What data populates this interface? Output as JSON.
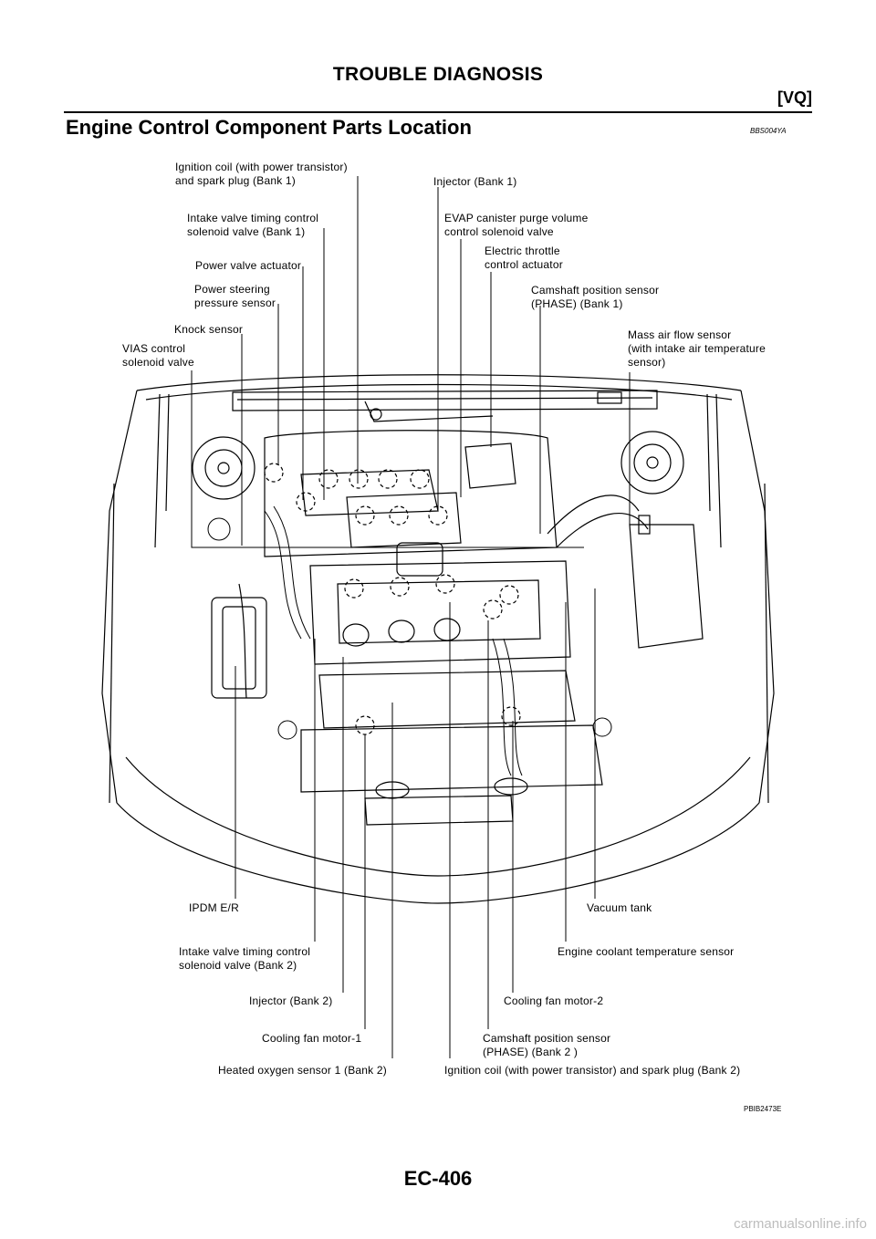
{
  "header": {
    "title": "TROUBLE DIAGNOSIS",
    "code": "[VQ]"
  },
  "section": {
    "title": "Engine Control Component Parts Location",
    "ref": "BBS004YA"
  },
  "labels": {
    "ign_coil_b1": "Ignition coil (with power transistor)\nand spark plug (Bank 1)",
    "injector_b1": "Injector (Bank 1)",
    "ivtc_b1": "Intake valve timing control\nsolenoid valve (Bank 1)",
    "evap": "EVAP canister purge volume\ncontrol solenoid valve",
    "throttle": "Electric throttle\ncontrol actuator",
    "power_valve": "Power valve actuator",
    "ps_sensor": "Power steering\npressure sensor",
    "cmp_b1": "Camshaft position sensor\n(PHASE) (Bank 1)",
    "knock": "Knock sensor",
    "maf": "Mass air flow sensor\n(with intake air temperature\nsensor)",
    "vias": "VIAS control\nsolenoid valve",
    "ipdm": "IPDM E/R",
    "vacuum": "Vacuum tank",
    "ivtc_b2": "Intake valve timing control\nsolenoid valve (Bank 2)",
    "ect": "Engine coolant temperature sensor",
    "injector_b2": "Injector (Bank 2)",
    "fan2": "Cooling fan motor-2",
    "fan1": "Cooling fan motor-1",
    "cmp_b2": "Camshaft position sensor\n(PHASE) (Bank 2 )",
    "ho2s": "Heated oxygen sensor 1 (Bank 2)",
    "ign_coil_b2": "Ignition coil (with power transistor) and spark plug (Bank 2)"
  },
  "figure_code": "PBIB2473E",
  "page_number": "EC-406",
  "watermark": "carmanualsonline.info"
}
